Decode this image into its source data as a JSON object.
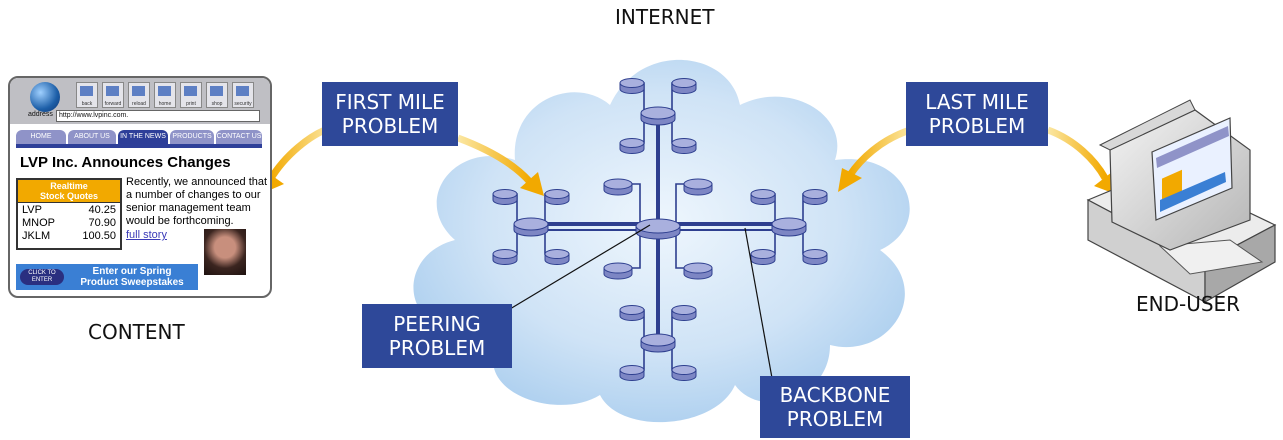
{
  "labels": {
    "internet": "INTERNET",
    "content": "CONTENT",
    "end_user": "END-USER"
  },
  "problems": {
    "first_mile": [
      "FIRST MILE",
      "PROBLEM"
    ],
    "last_mile": [
      "LAST MILE",
      "PROBLEM"
    ],
    "peering": [
      "PEERING",
      "PROBLEM"
    ],
    "backbone": [
      "BACKBONE",
      "PROBLEM"
    ]
  },
  "browser": {
    "toolbar": [
      "back",
      "forward",
      "reload",
      "home",
      "print",
      "shop",
      "security"
    ],
    "address_label": "address",
    "address": "http://www.lvpinc.com.",
    "tabs": [
      "HOME",
      "ABOUT US",
      "IN THE NEWS",
      "PRODUCTS",
      "CONTACT US"
    ],
    "headline": "LVP Inc. Announces Changes",
    "quotes_title": [
      "Realtime",
      "Stock Quotes"
    ],
    "quotes": [
      [
        "LVP",
        "40.25"
      ],
      [
        "MNOP",
        "70.90"
      ],
      [
        "JKLM",
        "100.50"
      ]
    ],
    "body": "Recently, we announced that a number of changes to our senior management team would be forthcoming.",
    "link": "full story",
    "promo_button": [
      "CLICK TO",
      "ENTER"
    ],
    "promo": [
      "Enter our Spring",
      "Product Sweepstakes"
    ]
  },
  "colors": {
    "problem_box": "#2e4899",
    "arrow": "#f2ad19",
    "cloud": "#c7dff4",
    "router": "#9aa3d6",
    "link": "#2e3f8f"
  }
}
